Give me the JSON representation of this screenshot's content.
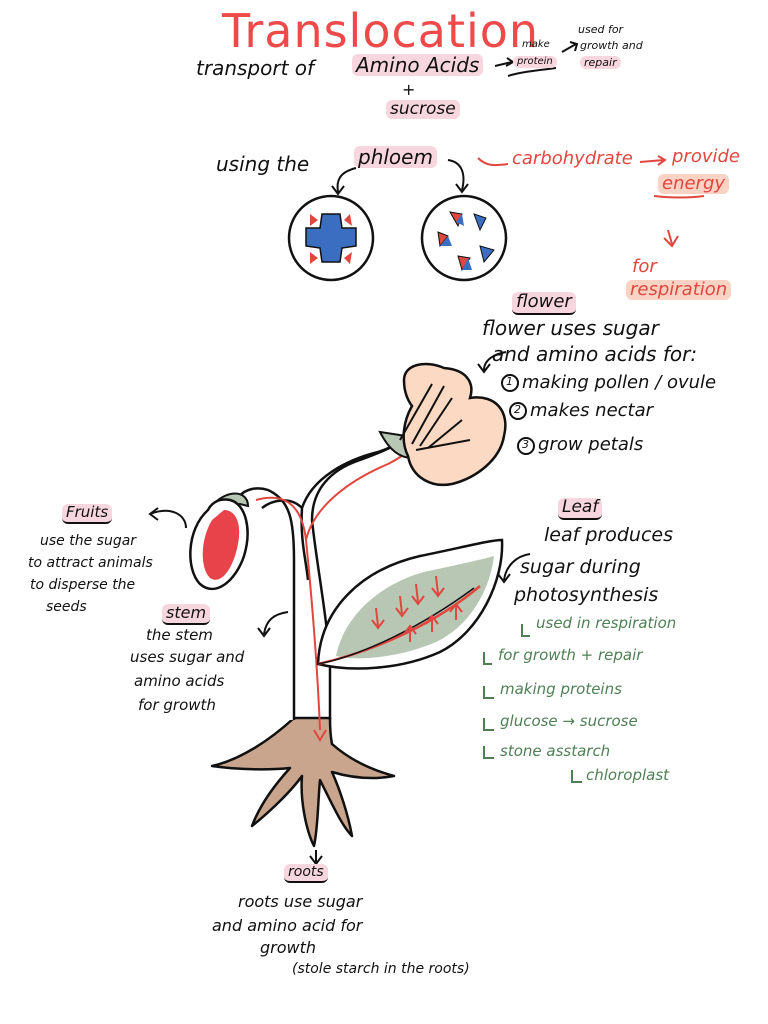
{
  "title": "Translocation",
  "header": {
    "transport_of": "transport of",
    "amino_acids": "Amino Acids",
    "plus": "+",
    "sucrose": "sucrose",
    "make_protein_1": "make",
    "make_protein_2": "protein",
    "used_for_1": "used for",
    "used_for_2": "growth and",
    "used_for_3": "repair"
  },
  "phloem": {
    "using_the": "using the",
    "label": "phloem",
    "carbohydrate": "carbohydrate",
    "provide": "provide",
    "energy": "energy",
    "for": "for",
    "respiration": "respiration"
  },
  "flower": {
    "heading": "flower",
    "line1": "flower uses sugar",
    "line2": "and amino acids for:",
    "item1": "making pollen / ovule",
    "item2": "makes nectar",
    "item3": "grow petals",
    "n1": "1",
    "n2": "2",
    "n3": "3"
  },
  "fruits": {
    "heading": "Fruits",
    "line1": "use the sugar",
    "line2": "to attract animals",
    "line3": "to disperse the",
    "line4": "seeds"
  },
  "stem": {
    "heading": "stem",
    "line1": "the stem",
    "line2": "uses sugar and",
    "line3": "amino acids",
    "line4": "for growth"
  },
  "leaf": {
    "heading": "Leaf",
    "line1": "leaf produces",
    "line2": "sugar during",
    "line3": "photosynthesis",
    "g1": "used in respiration",
    "g2": "for growth + repair",
    "g3": "making proteins",
    "g4": "glucose → sucrose",
    "g5": "stone asstarch",
    "g6": "chloroplast"
  },
  "roots": {
    "heading": "roots",
    "line1": "roots use sugar",
    "line2": "and amino acid for",
    "line3": "growth",
    "line4": "(stole starch in the roots)"
  },
  "colors": {
    "title_red": "#ef4a4a",
    "phloem_red": "#e0473f",
    "xylem_blue": "#3b6ec1",
    "leaf_green": "#b7c7b4",
    "note_green": "#4f7f55",
    "petal_peach": "#fbd9c3",
    "root_brown": "#c9a58d"
  }
}
